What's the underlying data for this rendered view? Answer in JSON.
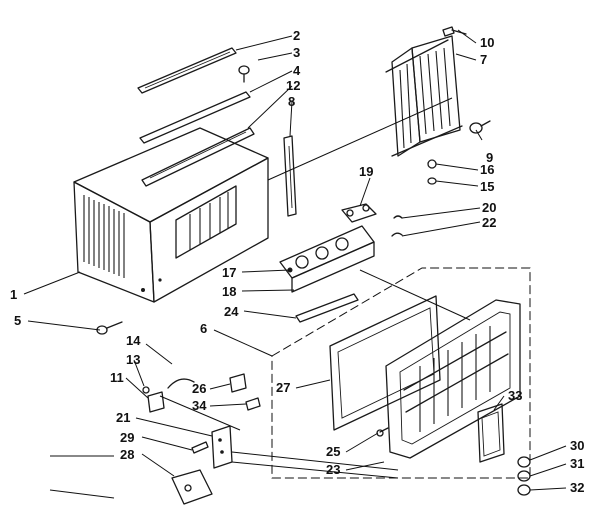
{
  "diagram": {
    "type": "exploded-parts-diagram",
    "callouts": [
      {
        "id": "c2",
        "label": "2"
      },
      {
        "id": "c3",
        "label": "3"
      },
      {
        "id": "c4",
        "label": "4"
      },
      {
        "id": "c12",
        "label": "12"
      },
      {
        "id": "c8",
        "label": "8"
      },
      {
        "id": "c10",
        "label": "10"
      },
      {
        "id": "c7",
        "label": "7"
      },
      {
        "id": "c9",
        "label": "9"
      },
      {
        "id": "c16",
        "label": "16"
      },
      {
        "id": "c15",
        "label": "15"
      },
      {
        "id": "c19",
        "label": "19"
      },
      {
        "id": "c20",
        "label": "20"
      },
      {
        "id": "c22",
        "label": "22"
      },
      {
        "id": "c17",
        "label": "17"
      },
      {
        "id": "c18",
        "label": "18"
      },
      {
        "id": "c24",
        "label": "24"
      },
      {
        "id": "c6",
        "label": "6"
      },
      {
        "id": "c1",
        "label": "1"
      },
      {
        "id": "c5",
        "label": "5"
      },
      {
        "id": "c14",
        "label": "14"
      },
      {
        "id": "c13",
        "label": "13"
      },
      {
        "id": "c11",
        "label": "11"
      },
      {
        "id": "c26",
        "label": "26"
      },
      {
        "id": "c34",
        "label": "34"
      },
      {
        "id": "c27",
        "label": "27"
      },
      {
        "id": "c21",
        "label": "21"
      },
      {
        "id": "c29",
        "label": "29"
      },
      {
        "id": "c28",
        "label": "28"
      },
      {
        "id": "c25",
        "label": "25"
      },
      {
        "id": "c23",
        "label": "23"
      },
      {
        "id": "c33",
        "label": "33"
      },
      {
        "id": "c30",
        "label": "30"
      },
      {
        "id": "c31",
        "label": "31"
      },
      {
        "id": "c32",
        "label": "32"
      }
    ]
  }
}
